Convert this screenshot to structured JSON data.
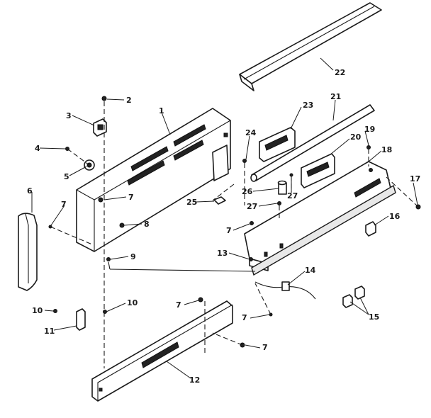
{
  "labels": {
    "p1": "1",
    "p2": "2",
    "p3": "3",
    "p4": "4",
    "p5": "5",
    "p6": "6",
    "p7a": "7",
    "p7b": "7",
    "p7c": "7",
    "p7d": "7",
    "p7e": "7",
    "p7f": "7",
    "p8": "8",
    "p9": "9",
    "p10a": "10",
    "p10b": "10",
    "p11": "11",
    "p12": "12",
    "p13": "13",
    "p14": "14",
    "p15": "15",
    "p16": "16",
    "p17": "17",
    "p18": "18",
    "p19": "19",
    "p20": "20",
    "p21": "21",
    "p22": "22",
    "p23": "23",
    "p24": "24",
    "p25": "25",
    "p26": "26",
    "p27a": "27",
    "p27b": "27"
  }
}
